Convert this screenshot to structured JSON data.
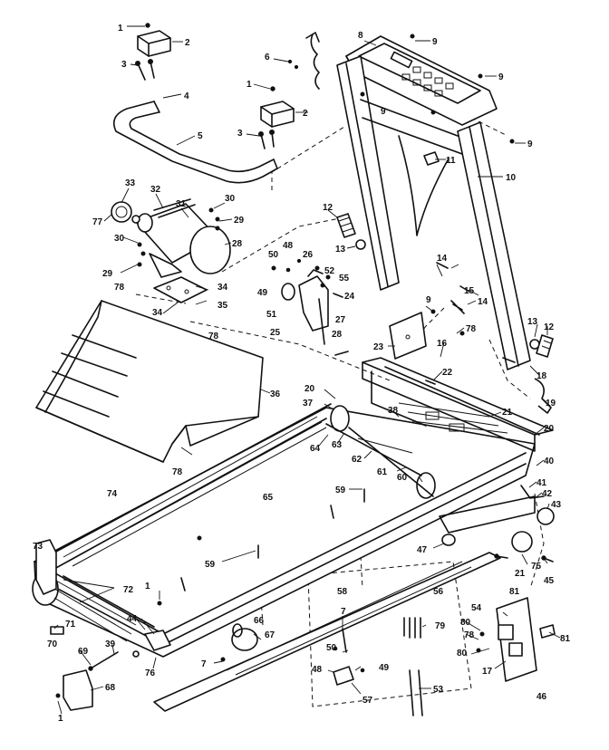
{
  "callouts": [
    {
      "id": "c1a",
      "text": "1"
    },
    {
      "id": "c2a",
      "text": "2"
    },
    {
      "id": "c3a",
      "text": "3"
    },
    {
      "id": "c4",
      "text": "4"
    },
    {
      "id": "c5",
      "text": "5"
    },
    {
      "id": "c6",
      "text": "6"
    },
    {
      "id": "c1b",
      "text": "1"
    },
    {
      "id": "c2b",
      "text": "2"
    },
    {
      "id": "c3b",
      "text": "3"
    },
    {
      "id": "c8",
      "text": "8"
    },
    {
      "id": "c9a",
      "text": "9"
    },
    {
      "id": "c9b",
      "text": "9"
    },
    {
      "id": "c9c",
      "text": "9"
    },
    {
      "id": "c9d",
      "text": "9"
    },
    {
      "id": "c10",
      "text": "10"
    },
    {
      "id": "c11",
      "text": "11"
    },
    {
      "id": "c12a",
      "text": "12"
    },
    {
      "id": "c13a",
      "text": "13"
    },
    {
      "id": "c33",
      "text": "33"
    },
    {
      "id": "c32",
      "text": "32"
    },
    {
      "id": "c31",
      "text": "31"
    },
    {
      "id": "c30a",
      "text": "30"
    },
    {
      "id": "c29a",
      "text": "29"
    },
    {
      "id": "c77",
      "text": "77"
    },
    {
      "id": "c28a",
      "text": "28"
    },
    {
      "id": "c30b",
      "text": "30"
    },
    {
      "id": "c29b",
      "text": "29"
    },
    {
      "id": "c50a",
      "text": "50"
    },
    {
      "id": "c48a",
      "text": "48"
    },
    {
      "id": "c26",
      "text": "26"
    },
    {
      "id": "c78a",
      "text": "78"
    },
    {
      "id": "c34a",
      "text": "34"
    },
    {
      "id": "c35",
      "text": "35"
    },
    {
      "id": "c34b",
      "text": "34"
    },
    {
      "id": "c49a",
      "text": "49"
    },
    {
      "id": "c51",
      "text": "51"
    },
    {
      "id": "c52",
      "text": "52"
    },
    {
      "id": "c55",
      "text": "55"
    },
    {
      "id": "c24",
      "text": "24"
    },
    {
      "id": "c27",
      "text": "27"
    },
    {
      "id": "c25",
      "text": "25"
    },
    {
      "id": "c28b",
      "text": "28"
    },
    {
      "id": "c14a",
      "text": "14"
    },
    {
      "id": "c15",
      "text": "15"
    },
    {
      "id": "c14b",
      "text": "14"
    },
    {
      "id": "c9e",
      "text": "9"
    },
    {
      "id": "c23",
      "text": "23"
    },
    {
      "id": "c78b",
      "text": "78"
    },
    {
      "id": "c16",
      "text": "16"
    },
    {
      "id": "c22",
      "text": "22"
    },
    {
      "id": "c13b",
      "text": "13"
    },
    {
      "id": "c12b",
      "text": "12"
    },
    {
      "id": "c18",
      "text": "18"
    },
    {
      "id": "c19",
      "text": "19"
    },
    {
      "id": "c78c",
      "text": "78"
    },
    {
      "id": "c36",
      "text": "36"
    },
    {
      "id": "c20a",
      "text": "20"
    },
    {
      "id": "c37",
      "text": "37"
    },
    {
      "id": "c38",
      "text": "38"
    },
    {
      "id": "c21a",
      "text": "21"
    },
    {
      "id": "c20b",
      "text": "20"
    },
    {
      "id": "c64",
      "text": "64"
    },
    {
      "id": "c63",
      "text": "63"
    },
    {
      "id": "c62",
      "text": "62"
    },
    {
      "id": "c61",
      "text": "61"
    },
    {
      "id": "c60",
      "text": "60"
    },
    {
      "id": "c40",
      "text": "40"
    },
    {
      "id": "c41",
      "text": "41"
    },
    {
      "id": "c42",
      "text": "42"
    },
    {
      "id": "c43",
      "text": "43"
    },
    {
      "id": "c78d",
      "text": "78"
    },
    {
      "id": "c74",
      "text": "74"
    },
    {
      "id": "c65",
      "text": "65"
    },
    {
      "id": "c59a",
      "text": "59"
    },
    {
      "id": "c59b",
      "text": "59"
    },
    {
      "id": "c47",
      "text": "47"
    },
    {
      "id": "c73",
      "text": "73"
    },
    {
      "id": "c21b",
      "text": "21"
    },
    {
      "id": "c75",
      "text": "75"
    },
    {
      "id": "c45",
      "text": "45"
    },
    {
      "id": "c72",
      "text": "72"
    },
    {
      "id": "c1c",
      "text": "1"
    },
    {
      "id": "c58",
      "text": "58"
    },
    {
      "id": "c56",
      "text": "56"
    },
    {
      "id": "c81a",
      "text": "81"
    },
    {
      "id": "c54",
      "text": "54"
    },
    {
      "id": "c71",
      "text": "71"
    },
    {
      "id": "c44",
      "text": "44"
    },
    {
      "id": "c66",
      "text": "66"
    },
    {
      "id": "c80a",
      "text": "80"
    },
    {
      "id": "c79",
      "text": "79"
    },
    {
      "id": "c70",
      "text": "70"
    },
    {
      "id": "c69",
      "text": "69"
    },
    {
      "id": "c39",
      "text": "39"
    },
    {
      "id": "c67",
      "text": "67"
    },
    {
      "id": "c7a",
      "text": "7"
    },
    {
      "id": "c7b",
      "text": "7"
    },
    {
      "id": "c78e",
      "text": "78"
    },
    {
      "id": "c81b",
      "text": "81"
    },
    {
      "id": "c50b",
      "text": "50"
    },
    {
      "id": "c48b",
      "text": "48"
    },
    {
      "id": "c49b",
      "text": "49"
    },
    {
      "id": "c76",
      "text": "76"
    },
    {
      "id": "c80b",
      "text": "80"
    },
    {
      "id": "c17",
      "text": "17"
    },
    {
      "id": "c68",
      "text": "68"
    },
    {
      "id": "c57",
      "text": "57"
    },
    {
      "id": "c53",
      "text": "53"
    },
    {
      "id": "c46",
      "text": "46"
    },
    {
      "id": "c1d",
      "text": "1"
    }
  ]
}
